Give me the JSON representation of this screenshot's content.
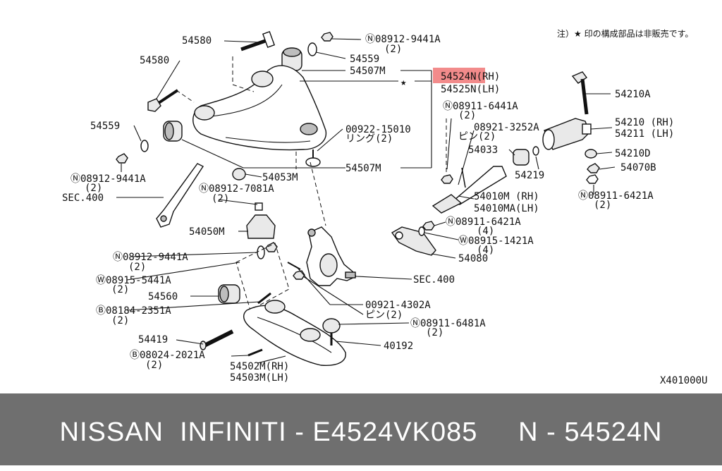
{
  "note": "注）★ 印の構成部品は非販売です。",
  "drawing_code": "X401000U",
  "footer": {
    "text": "NISSAN  INFINITI - E4524VK085     N - 54524N"
  },
  "highlight": {
    "color": "#f28b8b",
    "part": "54524N(RH)"
  },
  "labels": [
    {
      "text": "54580"
    },
    {
      "text": "Ⓝ08912-9441A"
    },
    {
      "text": "(2)"
    },
    {
      "text": "54559"
    },
    {
      "text": "54580"
    },
    {
      "text": "54507M"
    },
    {
      "text": "54524N(RH)"
    },
    {
      "text": "★"
    },
    {
      "text": "54525N(LH)"
    },
    {
      "text": "54210A"
    },
    {
      "text": "Ⓝ08911-6441A"
    },
    {
      "text": "(2)"
    },
    {
      "text": "54559"
    },
    {
      "text": "00922-15010"
    },
    {
      "text": "リング(2)"
    },
    {
      "text": "08921-3252A"
    },
    {
      "text": "ピン(2)"
    },
    {
      "text": "54210 (RH)"
    },
    {
      "text": "54211 (LH)"
    },
    {
      "text": "54033"
    },
    {
      "text": "54210D"
    },
    {
      "text": "54507M"
    },
    {
      "text": "54219"
    },
    {
      "text": "54070B"
    },
    {
      "text": "Ⓝ08912-9441A"
    },
    {
      "text": "(2)"
    },
    {
      "text": "54053M"
    },
    {
      "text": "SEC.400"
    },
    {
      "text": "Ⓝ08912-7081A"
    },
    {
      "text": "(2)"
    },
    {
      "text": "54010M (RH)"
    },
    {
      "text": "54010MA(LH)"
    },
    {
      "text": "Ⓝ08911-6421A"
    },
    {
      "text": "(2)"
    },
    {
      "text": "Ⓝ08911-6421A"
    },
    {
      "text": "(4)"
    },
    {
      "text": "54050M"
    },
    {
      "text": "Ⓦ08915-1421A"
    },
    {
      "text": "(4)"
    },
    {
      "text": "Ⓝ08912-9441A"
    },
    {
      "text": "(2)"
    },
    {
      "text": "54080"
    },
    {
      "text": "Ⓦ08915-5441A"
    },
    {
      "text": "(2)"
    },
    {
      "text": "SEC.400"
    },
    {
      "text": "54560"
    },
    {
      "text": "Ⓑ08184-2351A"
    },
    {
      "text": "(2)"
    },
    {
      "text": "00921-4302A"
    },
    {
      "text": "ピン(2)"
    },
    {
      "text": "Ⓝ08911-6481A"
    },
    {
      "text": "(2)"
    },
    {
      "text": "54419"
    },
    {
      "text": "40192"
    },
    {
      "text": "Ⓑ08024-2021A"
    },
    {
      "text": "(2)"
    },
    {
      "text": "54502M(RH)"
    },
    {
      "text": "54503M(LH)"
    }
  ]
}
